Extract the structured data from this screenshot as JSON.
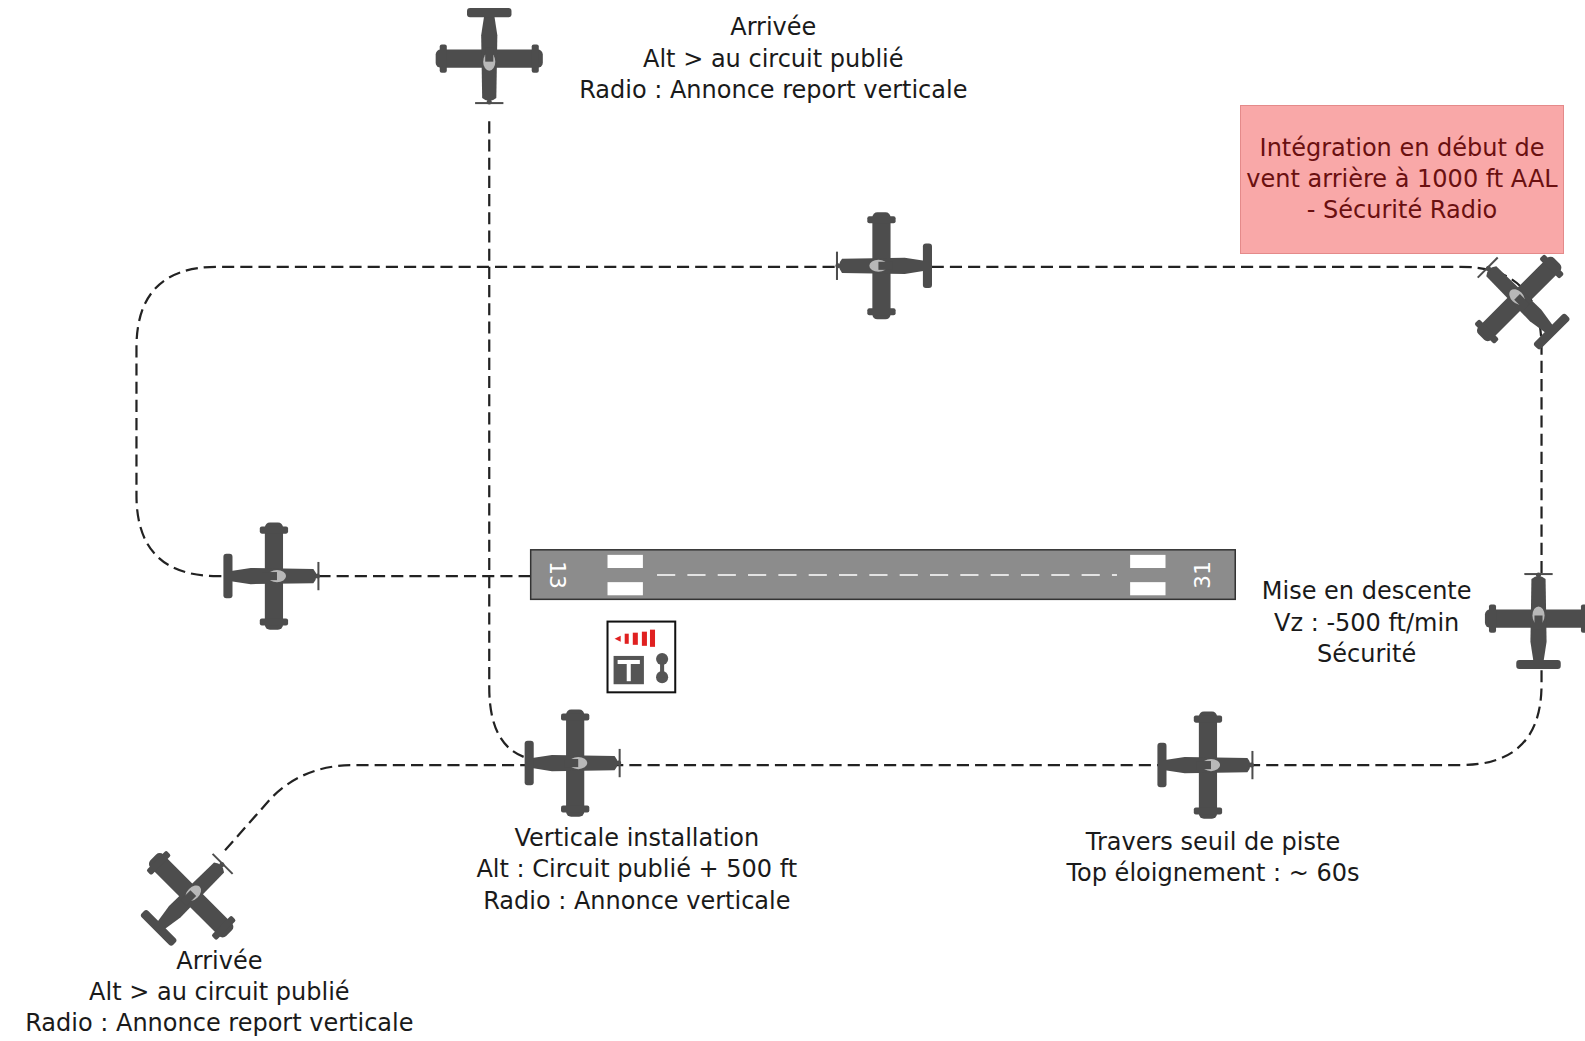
{
  "diagram": {
    "nodes": [
      {
        "text": [
          "Intégration en début de vent arrière à 1000 ft AAL - Sécurité Radio"
        ]
      }
    ],
    "labels": [
      "Arrivée",
      "Alt > au circuit publié",
      "Radio : Annonce report verticale",
      "Mise en descente",
      "Vz : -500 ft/min",
      "Sécurité",
      "Verticale installation",
      "Alt : Circuit publié + 500 ft",
      "Radio : Annonce verticale",
      "Travers seuil de piste",
      "Top éloignement : ~ 60s",
      "Arrivée",
      "Alt > au circuit publié",
      "Radio : Annonce report verticale",
      "13",
      "31"
    ]
  }
}
